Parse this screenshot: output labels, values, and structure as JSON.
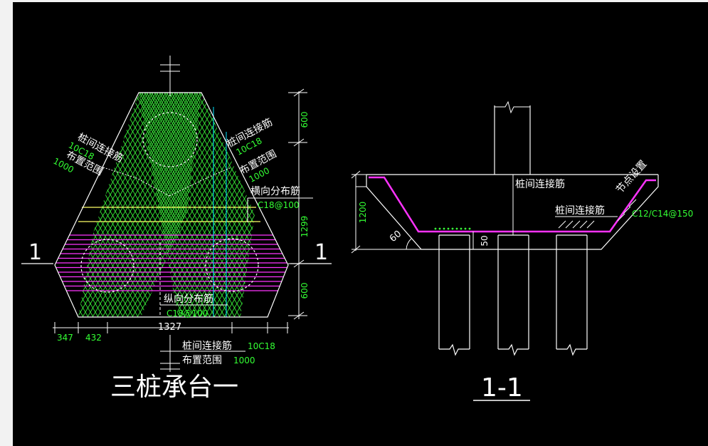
{
  "colors": {
    "background": "#000000",
    "outline": "#ffffff",
    "hatch_green": "#3cff3c",
    "magenta": "#ff33ff",
    "yellow": "#ffff66",
    "cyan": "#00e5ff",
    "dimension": "#33ff33"
  },
  "plan": {
    "title": "三桩承台一",
    "section_mark_left": "1",
    "section_mark_right": "1",
    "note_left": {
      "name": "桩间连接筋",
      "bars": "10C18",
      "range_label": "布置范围",
      "range_value": "1000"
    },
    "note_right": {
      "name": "桩间连接筋",
      "bars": "10C18",
      "range_label": "布置范围",
      "range_value": "1000"
    },
    "note_transverse": {
      "name": "横向分布筋",
      "spec": "C18@100"
    },
    "note_longitudinal": {
      "name": "纵向分布筋",
      "spec": "C18@100"
    },
    "note_bottom": {
      "name": "桩间连接筋",
      "bars": "10C18",
      "range_label": "布置范围",
      "range_value": "1000"
    },
    "dims_vertical": [
      "600",
      "1299",
      "600"
    ],
    "dims_horizontal": [
      "347",
      "432",
      "1327"
    ]
  },
  "section": {
    "title": "1-1",
    "label_top": "桩间连接筋",
    "label_mid": "桩间连接筋",
    "label_rebar": "C12/C14@150",
    "label_slope": "节点设置",
    "dim_height": "1200",
    "dim_angle": "60",
    "dim_cover": "50"
  }
}
